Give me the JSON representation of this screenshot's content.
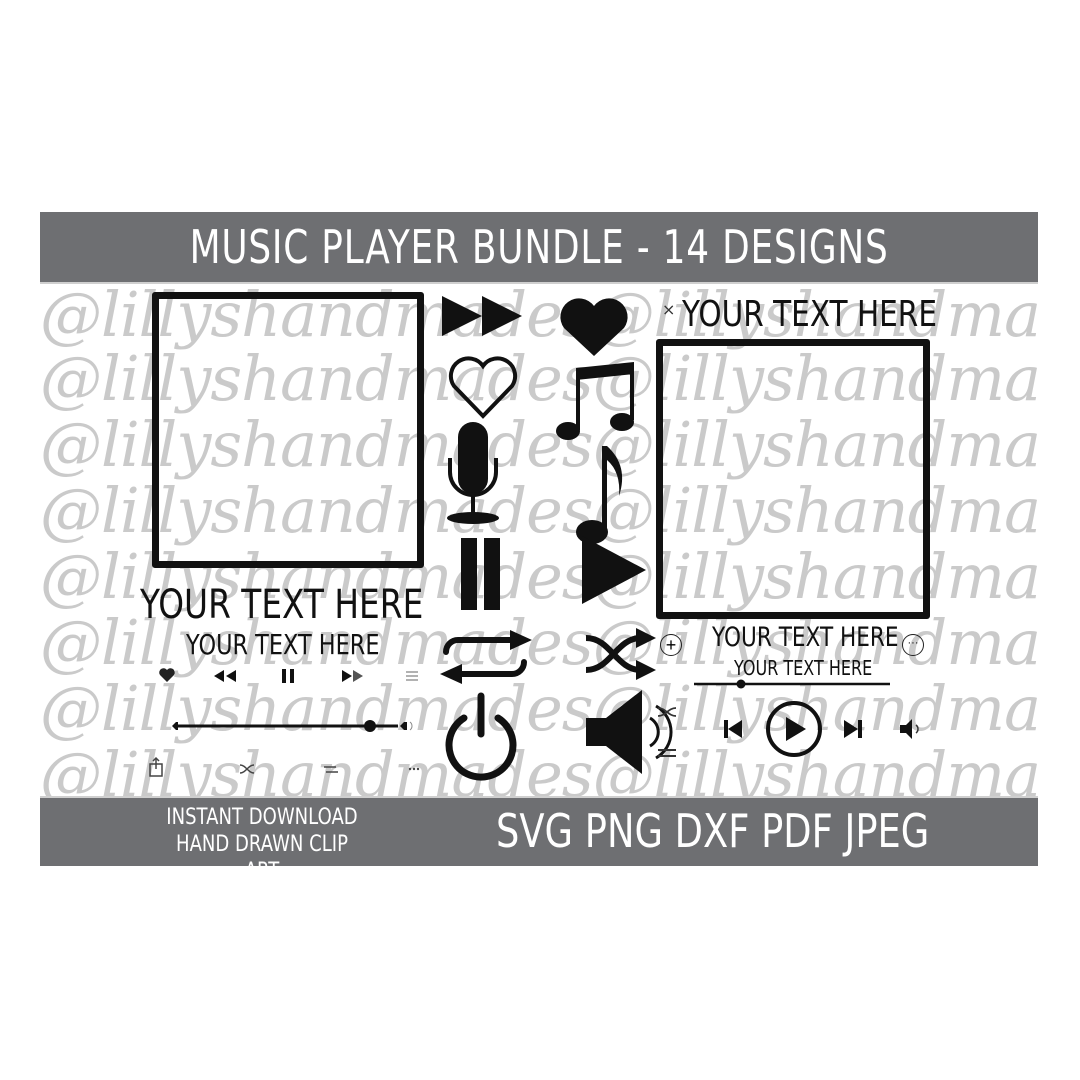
{
  "header": {
    "title": "MUSIC PLAYER BUNDLE - 14 DESIGNS"
  },
  "footer": {
    "line1": "INSTANT DOWNLOAD",
    "line2": "HAND DRAWN CLIP ART",
    "formats": "SVG PNG DXF PDF JPEG"
  },
  "watermark": {
    "text": "@lillyshandmades@lillyshandmades"
  },
  "left_player": {
    "title": "YOUR TEXT HERE",
    "subtitle": "YOUR TEXT HERE",
    "controls": [
      "heart-icon",
      "rewind-icon",
      "pause-icon",
      "fast-forward-icon",
      "list-icon"
    ],
    "bottom_controls": [
      "share-icon",
      "shuffle-icon",
      "repeat-icon",
      "more-icon"
    ],
    "volume_level_pct": 87
  },
  "right_player": {
    "top_label": "YOUR TEXT HERE",
    "close_glyph": "×",
    "title": "YOUR TEXT HERE",
    "subtitle": "YOUR TEXT HERE",
    "progress_pct": 24,
    "controls": [
      "shuffle-icon",
      "repeat-icon",
      "previous-icon",
      "play-icon",
      "next-icon",
      "volume-icon"
    ],
    "add_glyph": "+",
    "more_glyph": "···"
  },
  "icons_grid": [
    "fast-forward-icon",
    "heart-filled-icon",
    "heart-outline-icon",
    "beamed-notes-icon",
    "microphone-icon",
    "eighth-note-icon",
    "pause-icon",
    "play-icon",
    "repeat-icon",
    "shuffle-icon",
    "power-icon",
    "speaker-icon"
  ],
  "colors": {
    "banner": "#6e6f72",
    "ink": "#111111",
    "watermark": "#cacaca"
  }
}
